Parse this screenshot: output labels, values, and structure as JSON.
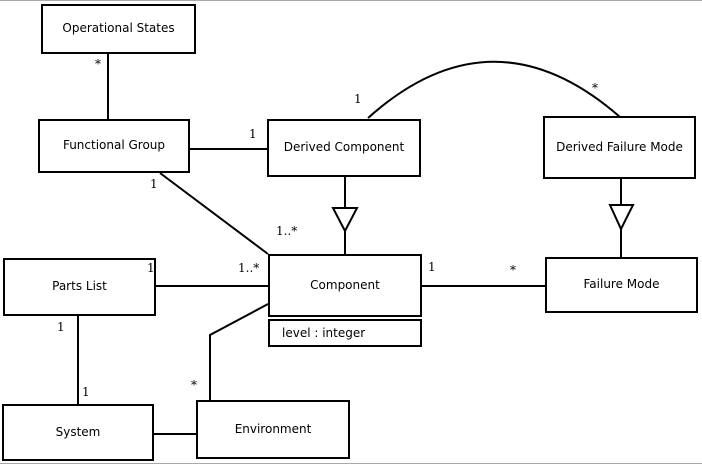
{
  "diagram": {
    "type": "uml-class-diagram",
    "colors": {
      "background": "#ffffff",
      "line": "#000000",
      "box_fill": "#ffffff",
      "text": "#000000"
    },
    "classes": [
      {
        "id": "operational-states",
        "label": "Operational States"
      },
      {
        "id": "functional-group",
        "label": "Functional Group"
      },
      {
        "id": "derived-component",
        "label": "Derived Component"
      },
      {
        "id": "derived-failure-mode",
        "label": "Derived Failure Mode"
      },
      {
        "id": "parts-list",
        "label": "Parts List"
      },
      {
        "id": "component",
        "label": "Component",
        "attribute": "level : integer"
      },
      {
        "id": "failure-mode",
        "label": "Failure Mode"
      },
      {
        "id": "system",
        "label": "System"
      },
      {
        "id": "environment",
        "label": "Environment"
      }
    ],
    "multiplicity_labels": [
      {
        "id": "opstates-fg-star",
        "text": "*"
      },
      {
        "id": "fg-dcomp-1",
        "text": "1"
      },
      {
        "id": "fg-comp-1",
        "text": "1"
      },
      {
        "id": "fg-comp-1star",
        "text": "1..*"
      },
      {
        "id": "dcomp-dfm-1",
        "text": "1"
      },
      {
        "id": "dcomp-dfm-star",
        "text": "*"
      },
      {
        "id": "pl-comp-1",
        "text": "1"
      },
      {
        "id": "pl-comp-1star",
        "text": "1..*"
      },
      {
        "id": "comp-fm-1",
        "text": "1"
      },
      {
        "id": "comp-fm-star",
        "text": "*"
      },
      {
        "id": "pl-sys-1a",
        "text": "1"
      },
      {
        "id": "pl-sys-1b",
        "text": "1"
      },
      {
        "id": "comp-env-star",
        "text": "*"
      }
    ],
    "associations": [
      {
        "type": "association",
        "between": [
          "Operational States",
          "Functional Group"
        ],
        "multiplicities": {
          "Operational States": "*"
        }
      },
      {
        "type": "association",
        "between": [
          "Functional Group",
          "Derived Component"
        ],
        "multiplicities": {
          "Derived Component": "1"
        }
      },
      {
        "type": "association",
        "between": [
          "Functional Group",
          "Component"
        ],
        "multiplicities": {
          "Functional Group": "1",
          "Component": "1..*"
        }
      },
      {
        "type": "association",
        "between": [
          "Derived Component",
          "Derived Failure Mode"
        ],
        "multiplicities": {
          "Derived Component": "1",
          "Derived Failure Mode": "*"
        }
      },
      {
        "type": "generalization",
        "between": [
          "Derived Component",
          "Component"
        ],
        "arrow_points_to": "Component"
      },
      {
        "type": "generalization",
        "between": [
          "Derived Failure Mode",
          "Failure Mode"
        ],
        "arrow_points_to": "Failure Mode"
      },
      {
        "type": "association",
        "between": [
          "Parts List",
          "Component"
        ],
        "multiplicities": {
          "Parts List": "1",
          "Component": "1..*"
        }
      },
      {
        "type": "association",
        "between": [
          "Component",
          "Failure Mode"
        ],
        "multiplicities": {
          "Component": "1",
          "Failure Mode": "*"
        }
      },
      {
        "type": "association",
        "between": [
          "Parts List",
          "System"
        ],
        "multiplicities": {
          "Parts List": "1",
          "System": "1"
        }
      },
      {
        "type": "association",
        "between": [
          "Component",
          "Environment"
        ],
        "multiplicities": {
          "Environment": "*"
        }
      },
      {
        "type": "association",
        "between": [
          "System",
          "Environment"
        ]
      }
    ]
  }
}
